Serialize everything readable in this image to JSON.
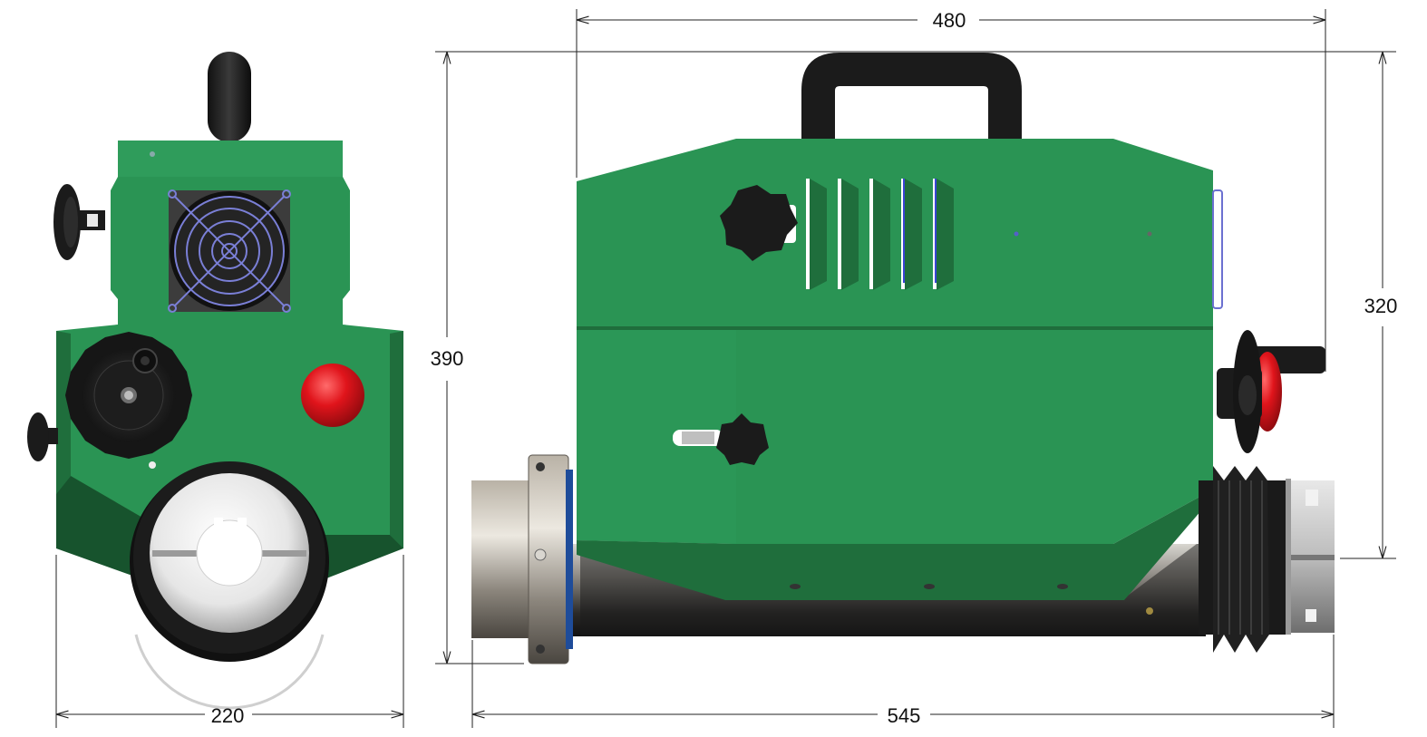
{
  "dimensions": {
    "width_front": "220",
    "height_total": "390",
    "length_body": "480",
    "length_total": "545",
    "height_body": "320"
  },
  "colors": {
    "housing_green": "#2a9454",
    "housing_green_dark": "#1f6e3c",
    "housing_green_shadow": "#17532d",
    "knob_black": "#1b1b1b",
    "stop_button_red": "#d9141b",
    "fan_grille": "#7a7fd6",
    "steel": "#c8c8c8"
  },
  "icons": {
    "fan": "fan-icon",
    "star_knob": "star-knob-icon",
    "handwheel": "handwheel-icon",
    "emergency_stop": "emergency-stop-icon"
  }
}
